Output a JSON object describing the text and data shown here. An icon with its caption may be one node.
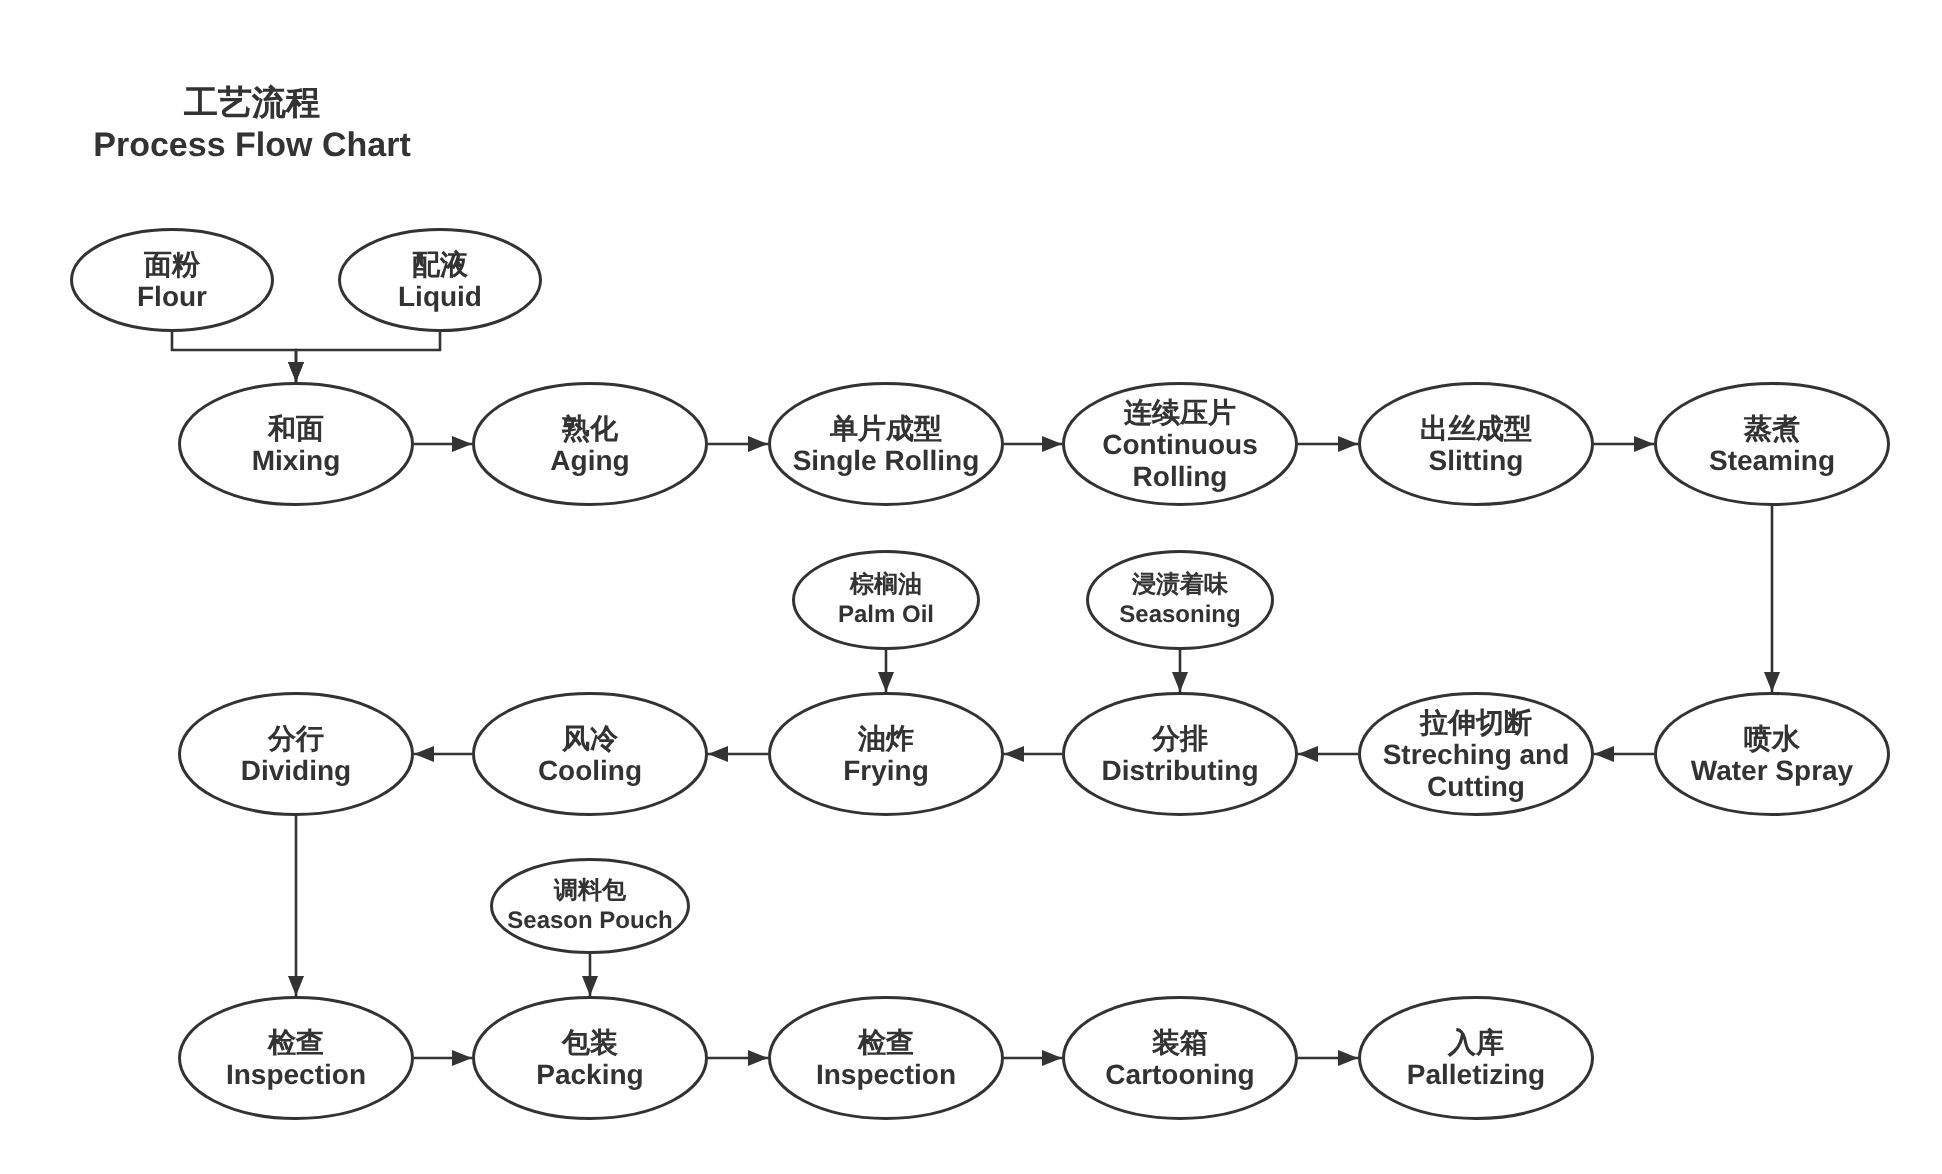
{
  "diagram": {
    "title": "工艺流程 Process Flow Chart",
    "nodes": [
      {
        "text": [
          "面粉",
          "Flour"
        ]
      },
      {
        "text": [
          "配液",
          "Liquid"
        ]
      },
      {
        "text": [
          "和面",
          "Mixing"
        ]
      },
      {
        "text": [
          "熟化",
          "Aging"
        ]
      },
      {
        "text": [
          "单片成型",
          "Single Rolling"
        ]
      },
      {
        "text": [
          "连续压片",
          "Continuous Rolling"
        ]
      },
      {
        "text": [
          "出丝成型",
          "Slitting"
        ]
      },
      {
        "text": [
          "蒸煮",
          "Steaming"
        ]
      },
      {
        "text": [
          "棕榈油",
          "Palm Oil"
        ]
      },
      {
        "text": [
          "浸渍着味",
          "Seasoning"
        ]
      },
      {
        "text": [
          "分行",
          "Dividing"
        ]
      },
      {
        "text": [
          "风冷",
          "Cooling"
        ]
      },
      {
        "text": [
          "油炸",
          "Frying"
        ]
      },
      {
        "text": [
          "分排",
          "Distributing"
        ]
      },
      {
        "text": [
          "拉伸切断",
          "Streching and Cutting"
        ]
      },
      {
        "text": [
          "喷水",
          "Water Spray"
        ]
      },
      {
        "text": [
          "调料包",
          "Season Pouch"
        ]
      },
      {
        "text": [
          "检查",
          "Inspection"
        ]
      },
      {
        "text": [
          "包装",
          "Packing"
        ]
      },
      {
        "text": [
          "检查",
          "Inspection"
        ]
      },
      {
        "text": [
          "装箱",
          "Cartooning"
        ]
      },
      {
        "text": [
          "入库",
          "Palletizing"
        ]
      }
    ],
    "edges": [
      {
        "from": 0,
        "to": 2,
        "arrow": "to"
      },
      {
        "from": 1,
        "to": 2,
        "arrow": "to"
      },
      {
        "from": 2,
        "to": 3,
        "arrow": "to"
      },
      {
        "from": 3,
        "to": 4,
        "arrow": "to"
      },
      {
        "from": 4,
        "to": 5,
        "arrow": "to"
      },
      {
        "from": 5,
        "to": 6,
        "arrow": "to"
      },
      {
        "from": 6,
        "to": 7,
        "arrow": "to"
      },
      {
        "from": 7,
        "to": 15,
        "arrow": "to"
      },
      {
        "from": 15,
        "to": 14,
        "arrow": "to"
      },
      {
        "from": 14,
        "to": 13,
        "arrow": "to"
      },
      {
        "from": 9,
        "to": 13,
        "arrow": "to"
      },
      {
        "from": 13,
        "to": 12,
        "arrow": "to"
      },
      {
        "from": 8,
        "to": 12,
        "arrow": "to"
      },
      {
        "from": 12,
        "to": 11,
        "arrow": "to"
      },
      {
        "from": 11,
        "to": 10,
        "arrow": "to"
      },
      {
        "from": 10,
        "to": 17,
        "arrow": "to"
      },
      {
        "from": 16,
        "to": 18,
        "arrow": "to"
      },
      {
        "from": 17,
        "to": 18,
        "arrow": "to"
      },
      {
        "from": 18,
        "to": 19,
        "arrow": "to"
      },
      {
        "from": 19,
        "to": 20,
        "arrow": "to"
      },
      {
        "from": 20,
        "to": 21,
        "arrow": "to"
      }
    ]
  }
}
